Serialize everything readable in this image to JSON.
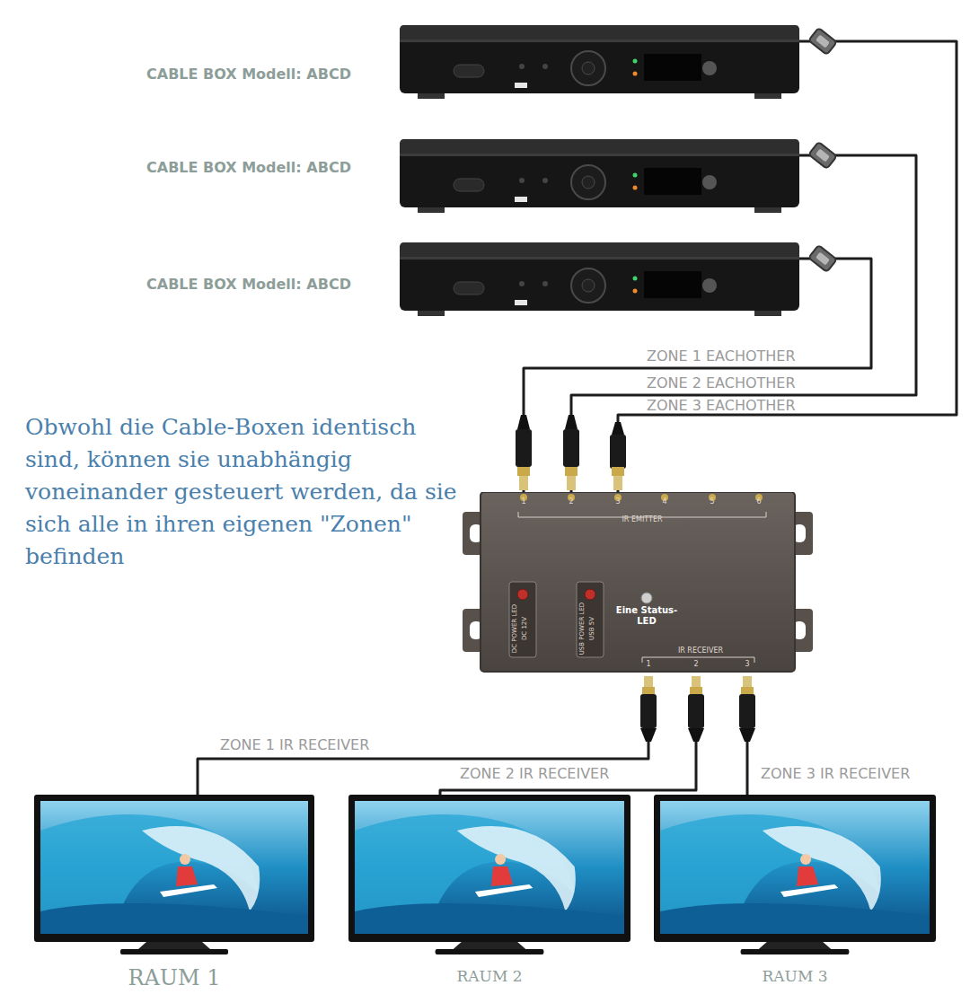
{
  "diagram": {
    "nodes": [
      {
        "text": [
          "CABLE BOX Modell: ABCD"
        ]
      },
      {
        "text": [
          "CABLE BOX Modell: ABCD"
        ]
      },
      {
        "text": [
          "CABLE BOX Modell: ABCD"
        ]
      },
      {
        "text": [
          "IR EMITTER",
          "IR RECEIVER",
          "Eine Status-LED"
        ]
      },
      {
        "text": [
          "RAUM 1"
        ]
      },
      {
        "text": [
          "RAUM 2"
        ]
      },
      {
        "text": [
          "RAUM 3"
        ]
      }
    ],
    "edges": [
      {
        "from": 3,
        "to": 2,
        "label": "ZONE 1 EACHOTHER",
        "arrow": "none"
      },
      {
        "from": 3,
        "to": 1,
        "label": "ZONE 2 EACHOTHER",
        "arrow": "none"
      },
      {
        "from": 3,
        "to": 0,
        "label": "ZONE 3 EACHOTHER",
        "arrow": "none"
      },
      {
        "from": 3,
        "to": 4,
        "label": "ZONE 1 IR RECEIVER",
        "arrow": "none"
      },
      {
        "from": 3,
        "to": 5,
        "label": "ZONE 2 IR RECEIVER",
        "arrow": "none"
      },
      {
        "from": 3,
        "to": 6,
        "label": "ZONE 3 IR RECEIVER",
        "arrow": "none"
      }
    ],
    "labels": [
      "Obwohl die Cable-Boxen identisch sind, können sie unabhängig voneinander gesteuert werden, da sie sich alle in ihren eigenen \"Zonen\" befinden",
      "1",
      "2",
      "3",
      "4",
      "5",
      "6",
      "1",
      "2",
      "3",
      "DC POWER LED",
      "DC 12V",
      "USB POWER LED",
      "USB 5V"
    ]
  }
}
